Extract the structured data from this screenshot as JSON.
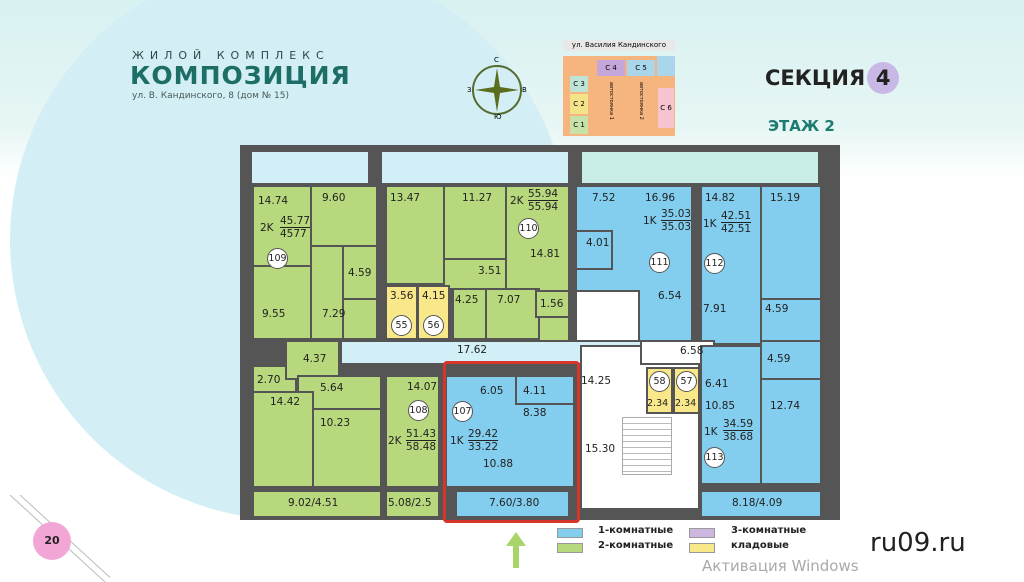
{
  "header": {
    "complex_label": "ЖИЛОЙ КОМПЛЕКС",
    "complex_name": "КОМПОЗИЦИЯ",
    "address": "ул. В. Кандинского, 8 (дом № 15)",
    "section_label": "СЕКЦИЯ",
    "section_number": "4",
    "floor_label": "ЭТАЖ 2"
  },
  "compass": {
    "n": "С",
    "s": "Ю",
    "w": "З",
    "e": "В"
  },
  "site_plan": {
    "street": "ул. Василия Кандинского",
    "sections": [
      "С 1",
      "С 2",
      "С 3",
      "С 4",
      "С 5",
      "С 6"
    ],
    "parking": [
      "автостоянка 1",
      "автостоянка 2"
    ]
  },
  "apartments": [
    {
      "number": "109",
      "type": "2K",
      "area_living": "45.77",
      "area_total": "4577",
      "rooms": [
        "14.74",
        "9.60",
        "4.59",
        "9.55",
        "7.29"
      ]
    },
    {
      "number": "110",
      "type": "2K",
      "area_living": "55.94",
      "area_total": "55.94",
      "rooms": [
        "13.47",
        "11.27",
        "14.81",
        "3.51",
        "4.25",
        "7.07",
        "1.56"
      ]
    },
    {
      "number": "111",
      "type": "1K",
      "area_living": "35.03",
      "area_total": "35.03",
      "rooms": [
        "7.52",
        "16.96",
        "4.01",
        "6.54"
      ]
    },
    {
      "number": "112",
      "type": "1K",
      "area_living": "42.51",
      "area_total": "42.51",
      "rooms": [
        "14.82",
        "15.19",
        "7.91",
        "4.59"
      ]
    },
    {
      "number": "108",
      "type": "2K",
      "area_living": "51.43",
      "area_total": "58.48",
      "rooms": [
        "2.70",
        "4.37",
        "5.64",
        "14.42",
        "10.23",
        "14.07",
        "9.02/4.51",
        "5.08/2.5"
      ]
    },
    {
      "number": "107",
      "type": "1K",
      "area_living": "29.42",
      "area_total": "33.22",
      "rooms": [
        "6.05",
        "4.11",
        "8.38",
        "10.88",
        "7.60/3.80"
      ]
    },
    {
      "number": "113",
      "type": "1K",
      "area_living": "34.59",
      "area_total": "38.68",
      "rooms": [
        "6.58",
        "4.59",
        "6.41",
        "10.85",
        "12.74",
        "8.18/4.09"
      ]
    }
  ],
  "storage": [
    {
      "number": "55",
      "area": "3.56"
    },
    {
      "number": "56",
      "area": "4.15"
    },
    {
      "number": "58",
      "area": "2.34"
    },
    {
      "number": "57",
      "area": "2.34"
    }
  ],
  "common": {
    "corridor": "17.62",
    "hall": "14.25",
    "stairs": "15.30"
  },
  "legend": [
    {
      "label": "1-комнатные",
      "color": "#83cdee"
    },
    {
      "label": "2-комнатные",
      "color": "#b7d87c"
    },
    {
      "label": "3-комнатные",
      "color": "#cdb6e0"
    },
    {
      "label": "кладовые",
      "color": "#f9e889"
    }
  ],
  "page_number": "20",
  "watermark": "ru09.ru",
  "os_notice": "Активация Windows"
}
